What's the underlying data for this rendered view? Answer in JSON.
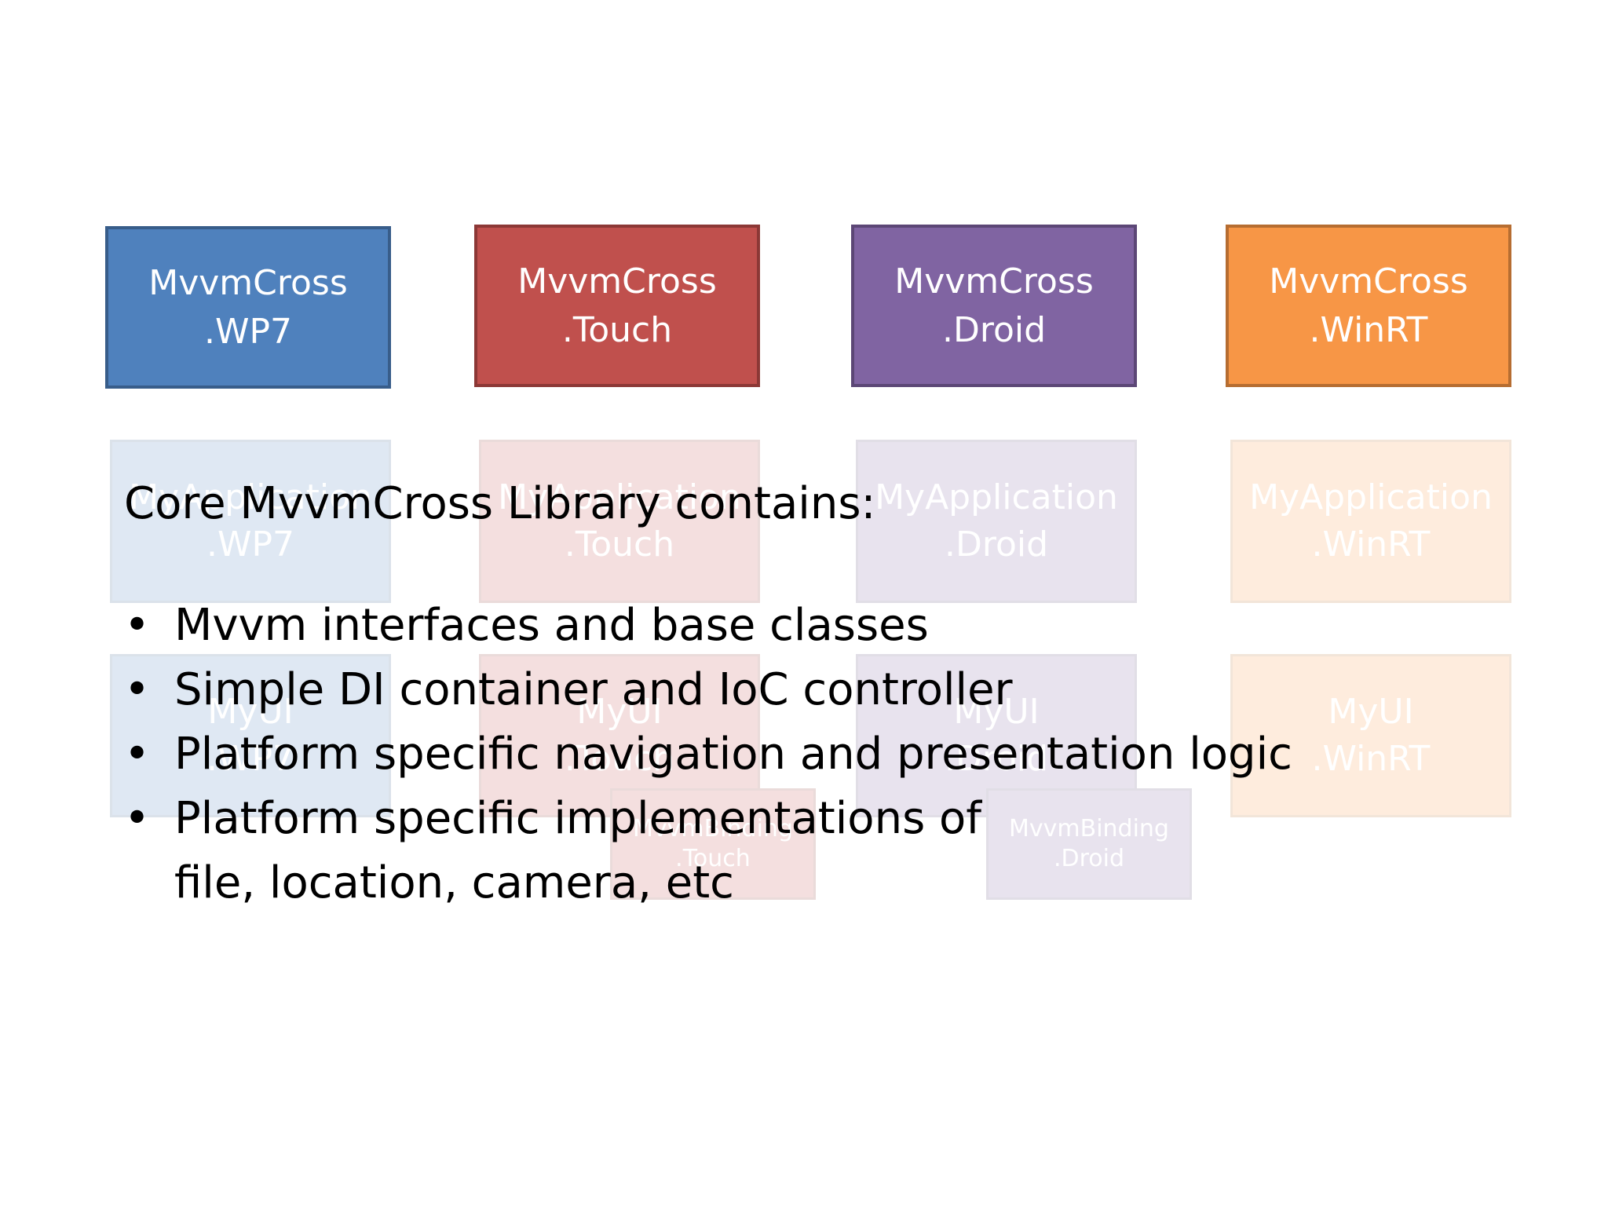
{
  "colors": {
    "wp7": "#4f81bd",
    "wp7_border": "#385d8a",
    "touch": "#c0504d",
    "touch_border": "#8c3836",
    "droid": "#8064a2",
    "droid_border": "#5c4776",
    "winrt": "#f79646",
    "winrt_border": "#b66d31"
  },
  "top_row": [
    {
      "line1": "MvvmCross",
      "line2": ".WP7"
    },
    {
      "line1": "MvvmCross",
      "line2": ".Touch"
    },
    {
      "line1": "MvvmCross",
      "line2": ".Droid"
    },
    {
      "line1": "MvvmCross",
      "line2": ".WinRT"
    }
  ],
  "app_row": [
    {
      "line1": "MyApplication",
      "line2": ".WP7"
    },
    {
      "line1": "MyApplication",
      "line2": ".Touch"
    },
    {
      "line1": "MyApplication",
      "line2": ".Droid"
    },
    {
      "line1": "MyApplication",
      "line2": ".WinRT"
    }
  ],
  "ui_row": [
    {
      "line1": "MyUI",
      "line2": ".WP7"
    },
    {
      "line1": "MyUI",
      "line2": ".Touch"
    },
    {
      "line1": "MyUI",
      "line2": ".Droid"
    },
    {
      "line1": "MyUI",
      "line2": ".WinRT"
    }
  ],
  "binding_row": [
    {
      "line1": "MvvmBinding",
      "line2": ".Touch"
    },
    {
      "line1": "MvvmBinding",
      "line2": ".Droid"
    }
  ],
  "content": {
    "heading": "Core MvvmCross Library contains:",
    "bullet_char": "•",
    "bullets": [
      {
        "text": "Mvvm interfaces and base classes"
      },
      {
        "text": "Simple DI container and IoC controller"
      },
      {
        "text": "Platform specific navigation and presentation logic"
      },
      {
        "text": "Platform specific implementations of",
        "cont": "file, location, camera, etc"
      }
    ]
  }
}
